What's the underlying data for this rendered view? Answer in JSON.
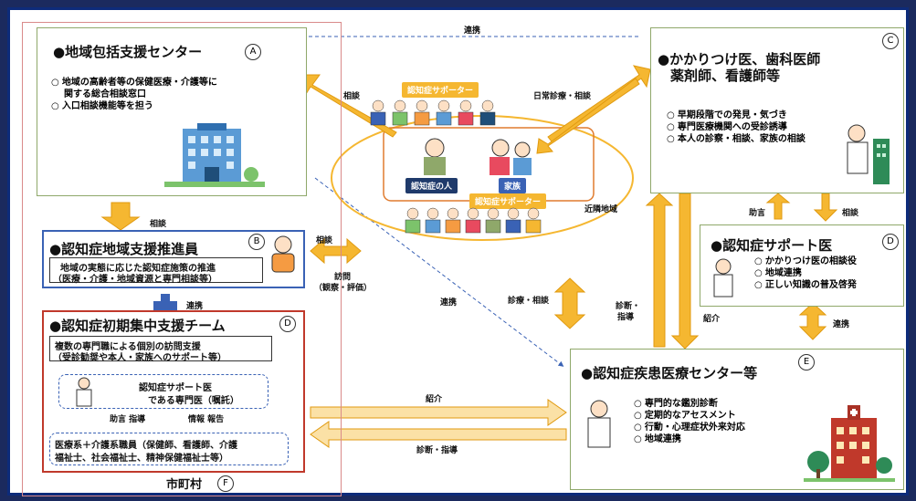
{
  "boxA": {
    "title": "●地域包括支援センター",
    "letter": "A",
    "items": [
      "地域の高齢者等の保健医療・介護等に",
      "関する総合相談窓口",
      "入口相談機能等を担う"
    ],
    "icon": "building-icon"
  },
  "boxB": {
    "title": "●認知症地域支援推進員",
    "letter": "B",
    "desc1": "地域の実態に応じた認知症施策の推進",
    "desc2": "（医療・介護・地域資源と専門相談等）",
    "icon": "person-icon"
  },
  "boxC": {
    "title1": "●かかりつけ医、歯科医師",
    "title2": "薬剤師、看護師等",
    "letter": "C",
    "items": [
      "早期段階での発見・気づき",
      "専門医療機関への受診誘導",
      "本人の診察・相談、家族の相談"
    ],
    "icon": "doctor-icon"
  },
  "boxDoc": {
    "title": "●認知症サポート医",
    "letter": "D",
    "items": [
      "かかりつけ医の相談役",
      "地域連携",
      "正しい知識の普及啓発"
    ]
  },
  "boxD": {
    "title": "●認知症初期集中支援チーム",
    "letter": "D",
    "desc1": "複数の専門職による個別の訪問支援",
    "desc2": "（受診勧奨や本人・家族へのサポート等）",
    "inner1": "認知症サポート医",
    "inner2": "である専門医（嘱託）",
    "advice": "助言 指導",
    "report": "情報 報告",
    "bottom1": "医療系＋介護系職員（保健師、看護師、介護",
    "bottom2": "福祉士、社会福祉士、精神保健福祉士等）"
  },
  "boxE": {
    "title": "●認知症疾患医療センター等",
    "letter": "E",
    "items": [
      "専門的な鑑別診断",
      "定期的なアセスメント",
      "行動・心理症状外来対応",
      "地域連携"
    ],
    "icon": "hospital-icon"
  },
  "municipality": {
    "label": "市町村",
    "letter": "F"
  },
  "center": {
    "supporter_top": "認知症サポーター",
    "supporter_bottom": "認知症サポーター",
    "person": "認知症の人",
    "family": "家族",
    "neighbors": "近隣地域"
  },
  "labels": {
    "renkei_top": "連携",
    "soudan_a": "相談",
    "nichijo": "日常診療・相談",
    "soudan_ab": "相談",
    "soudan_b": "相談",
    "houmon": "訪問",
    "kansatsu": "（観察・評価）",
    "renkei_bd": "連携",
    "renkei_mid": "連携",
    "shinryo": "診療・相談",
    "shindan_shido": "診断・",
    "shido": "指導",
    "shokai_c": "紹介",
    "jogen": "助言",
    "soudan_cd": "相談",
    "renkei_de": "連携",
    "shokai_bottom": "紹介",
    "shindan_bottom": "診断・指導"
  },
  "colors": {
    "arrow": "#f5b731",
    "border_green": "#8fa86a",
    "border_blue": "#3a62b5",
    "border_red": "#c0392b",
    "frame": "#0d2b7a"
  }
}
